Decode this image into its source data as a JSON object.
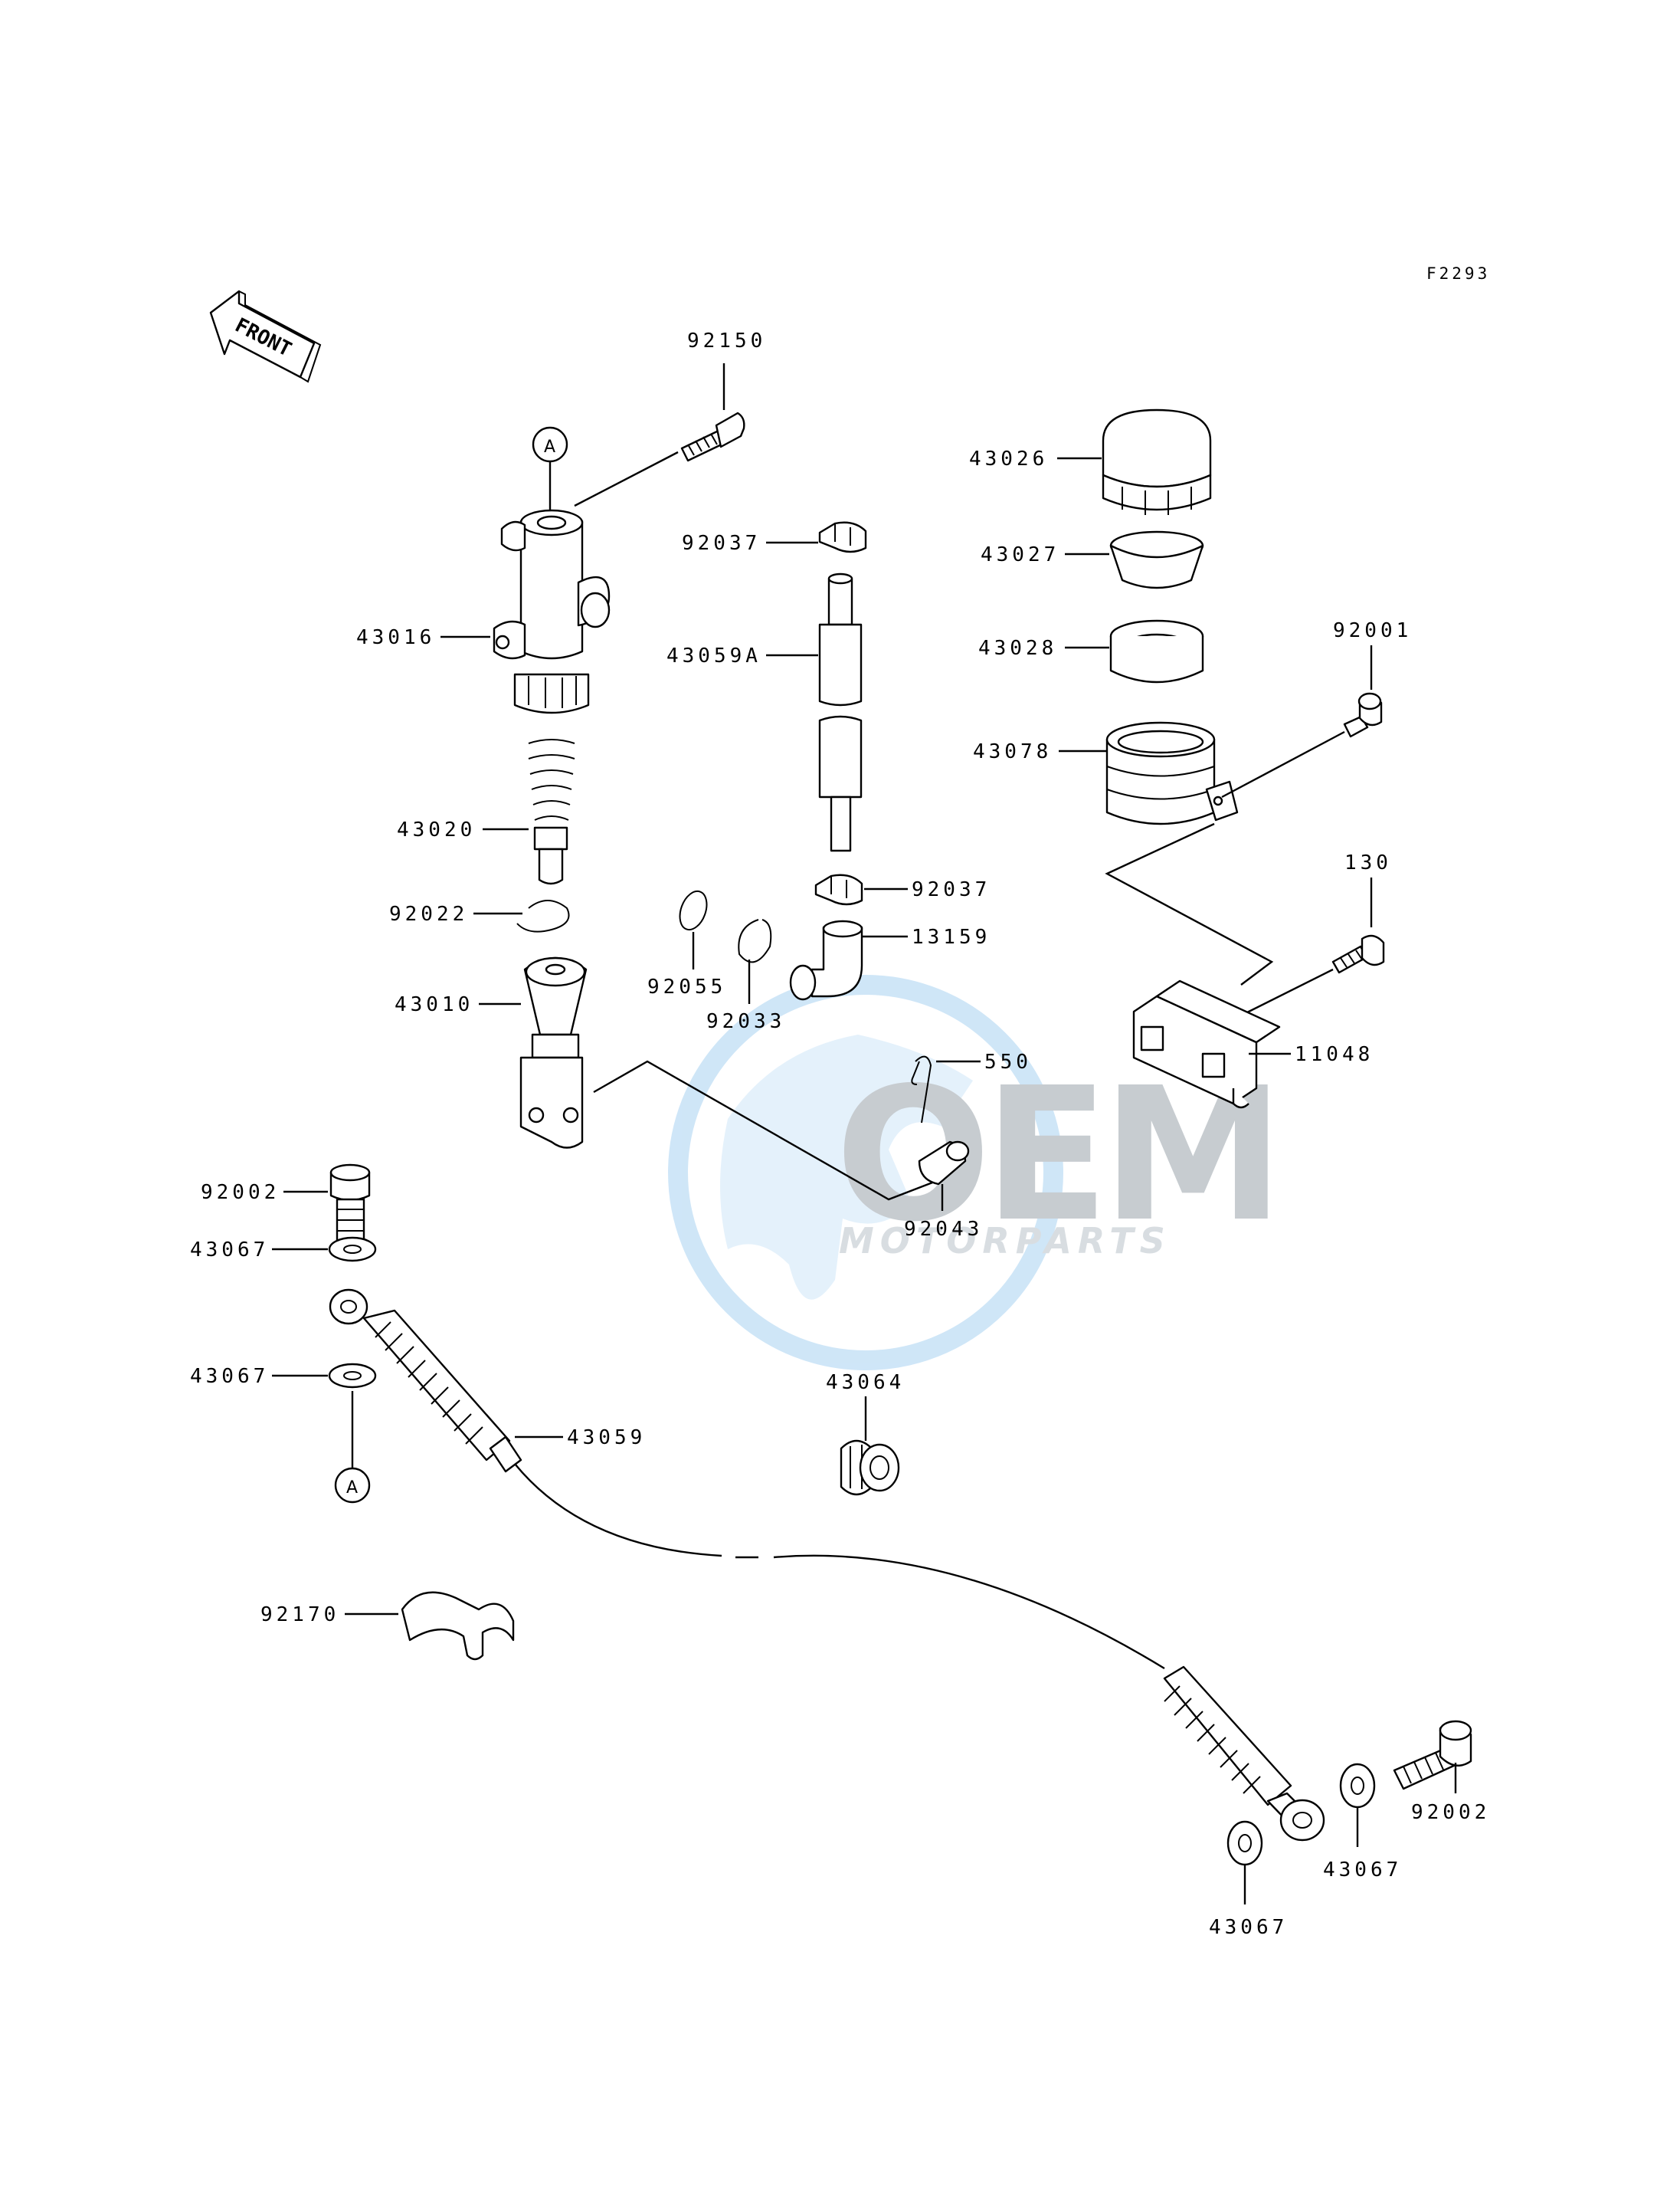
{
  "figure_code": "F2293",
  "front_label": "FRONT",
  "ref_marker": "A",
  "watermark": {
    "brand": "OEM",
    "sub": "MOTORPARTS",
    "color": "#5aa7e3"
  },
  "parts": [
    "92150",
    "43016",
    "43020",
    "92022",
    "43010",
    "92037",
    "43059A",
    "92037",
    "13159",
    "92055",
    "92033",
    "550",
    "92043",
    "43026",
    "43027",
    "43028",
    "43078",
    "92001",
    "130",
    "11048",
    "92002",
    "43067",
    "43067",
    "43059",
    "43064",
    "92170",
    "92002",
    "43067",
    "43067"
  ]
}
